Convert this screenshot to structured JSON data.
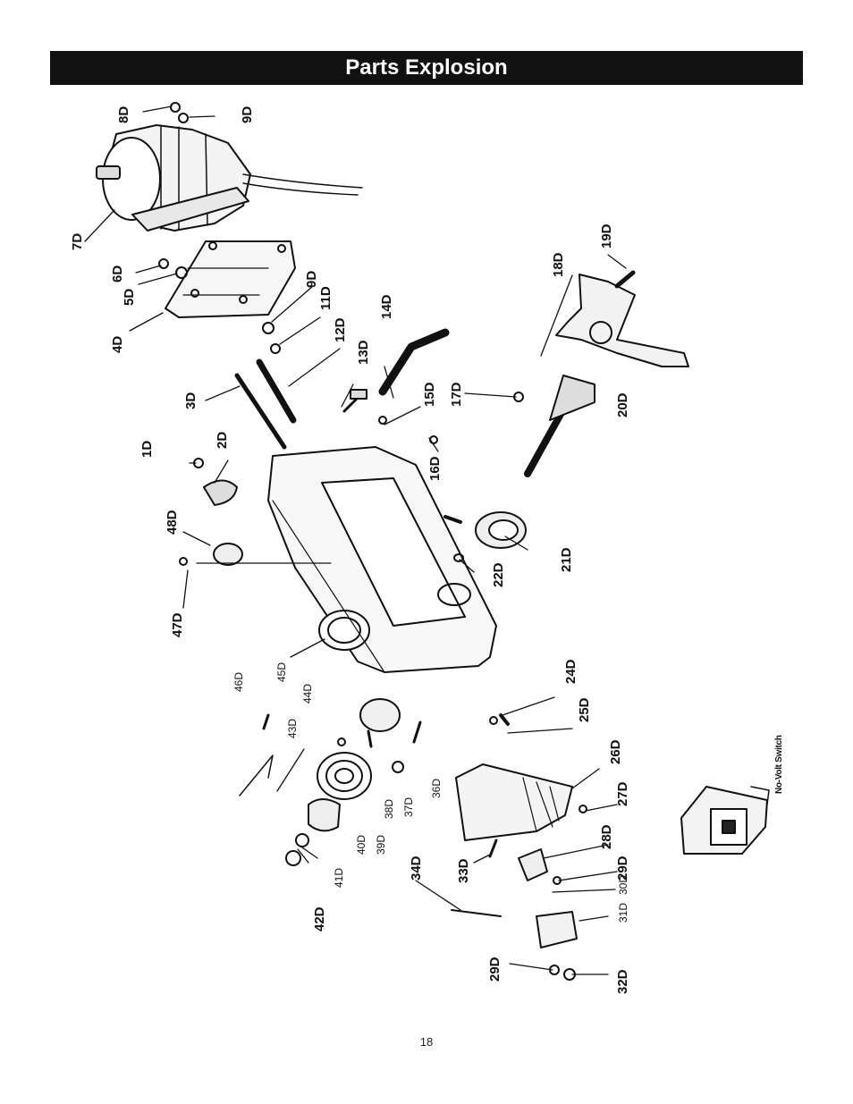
{
  "header": {
    "title": "Parts Explosion"
  },
  "page": {
    "number": "18"
  },
  "switch": {
    "label": "No-Volt Switch"
  },
  "parts": {
    "p1D": "1D",
    "p2D": "2D",
    "p3D": "3D",
    "p4D": "4D",
    "p5D": "5D",
    "p6D": "6D",
    "p7D": "7D",
    "p8D": "8D",
    "p9D_top": "9D",
    "p9D": "9D",
    "p11D": "11D",
    "p12D": "12D",
    "p13D": "13D",
    "p14D": "14D",
    "p15D": "15D",
    "p16D": "16D",
    "p17D": "17D",
    "p18D": "18D",
    "p19D": "19D",
    "p20D": "20D",
    "p21D": "21D",
    "p22D": "22D",
    "p24D": "24D",
    "p25D": "25D",
    "p26D": "26D",
    "p27D": "27D",
    "p28D": "28D",
    "p29D_a": "29D",
    "p29D_b": "29D",
    "p30D": "30D",
    "p31D": "31D",
    "p32D": "32D",
    "p33D": "33D",
    "p34D": "34D",
    "p36D": "36D",
    "p37D": "37D",
    "p38D": "38D",
    "p39D": "39D",
    "p40D": "40D",
    "p41D": "41D",
    "p42D": "42D",
    "p43D": "43D",
    "p44D": "44D",
    "p45D": "45D",
    "p46D": "46D",
    "p47D": "47D",
    "p48D": "48D"
  }
}
